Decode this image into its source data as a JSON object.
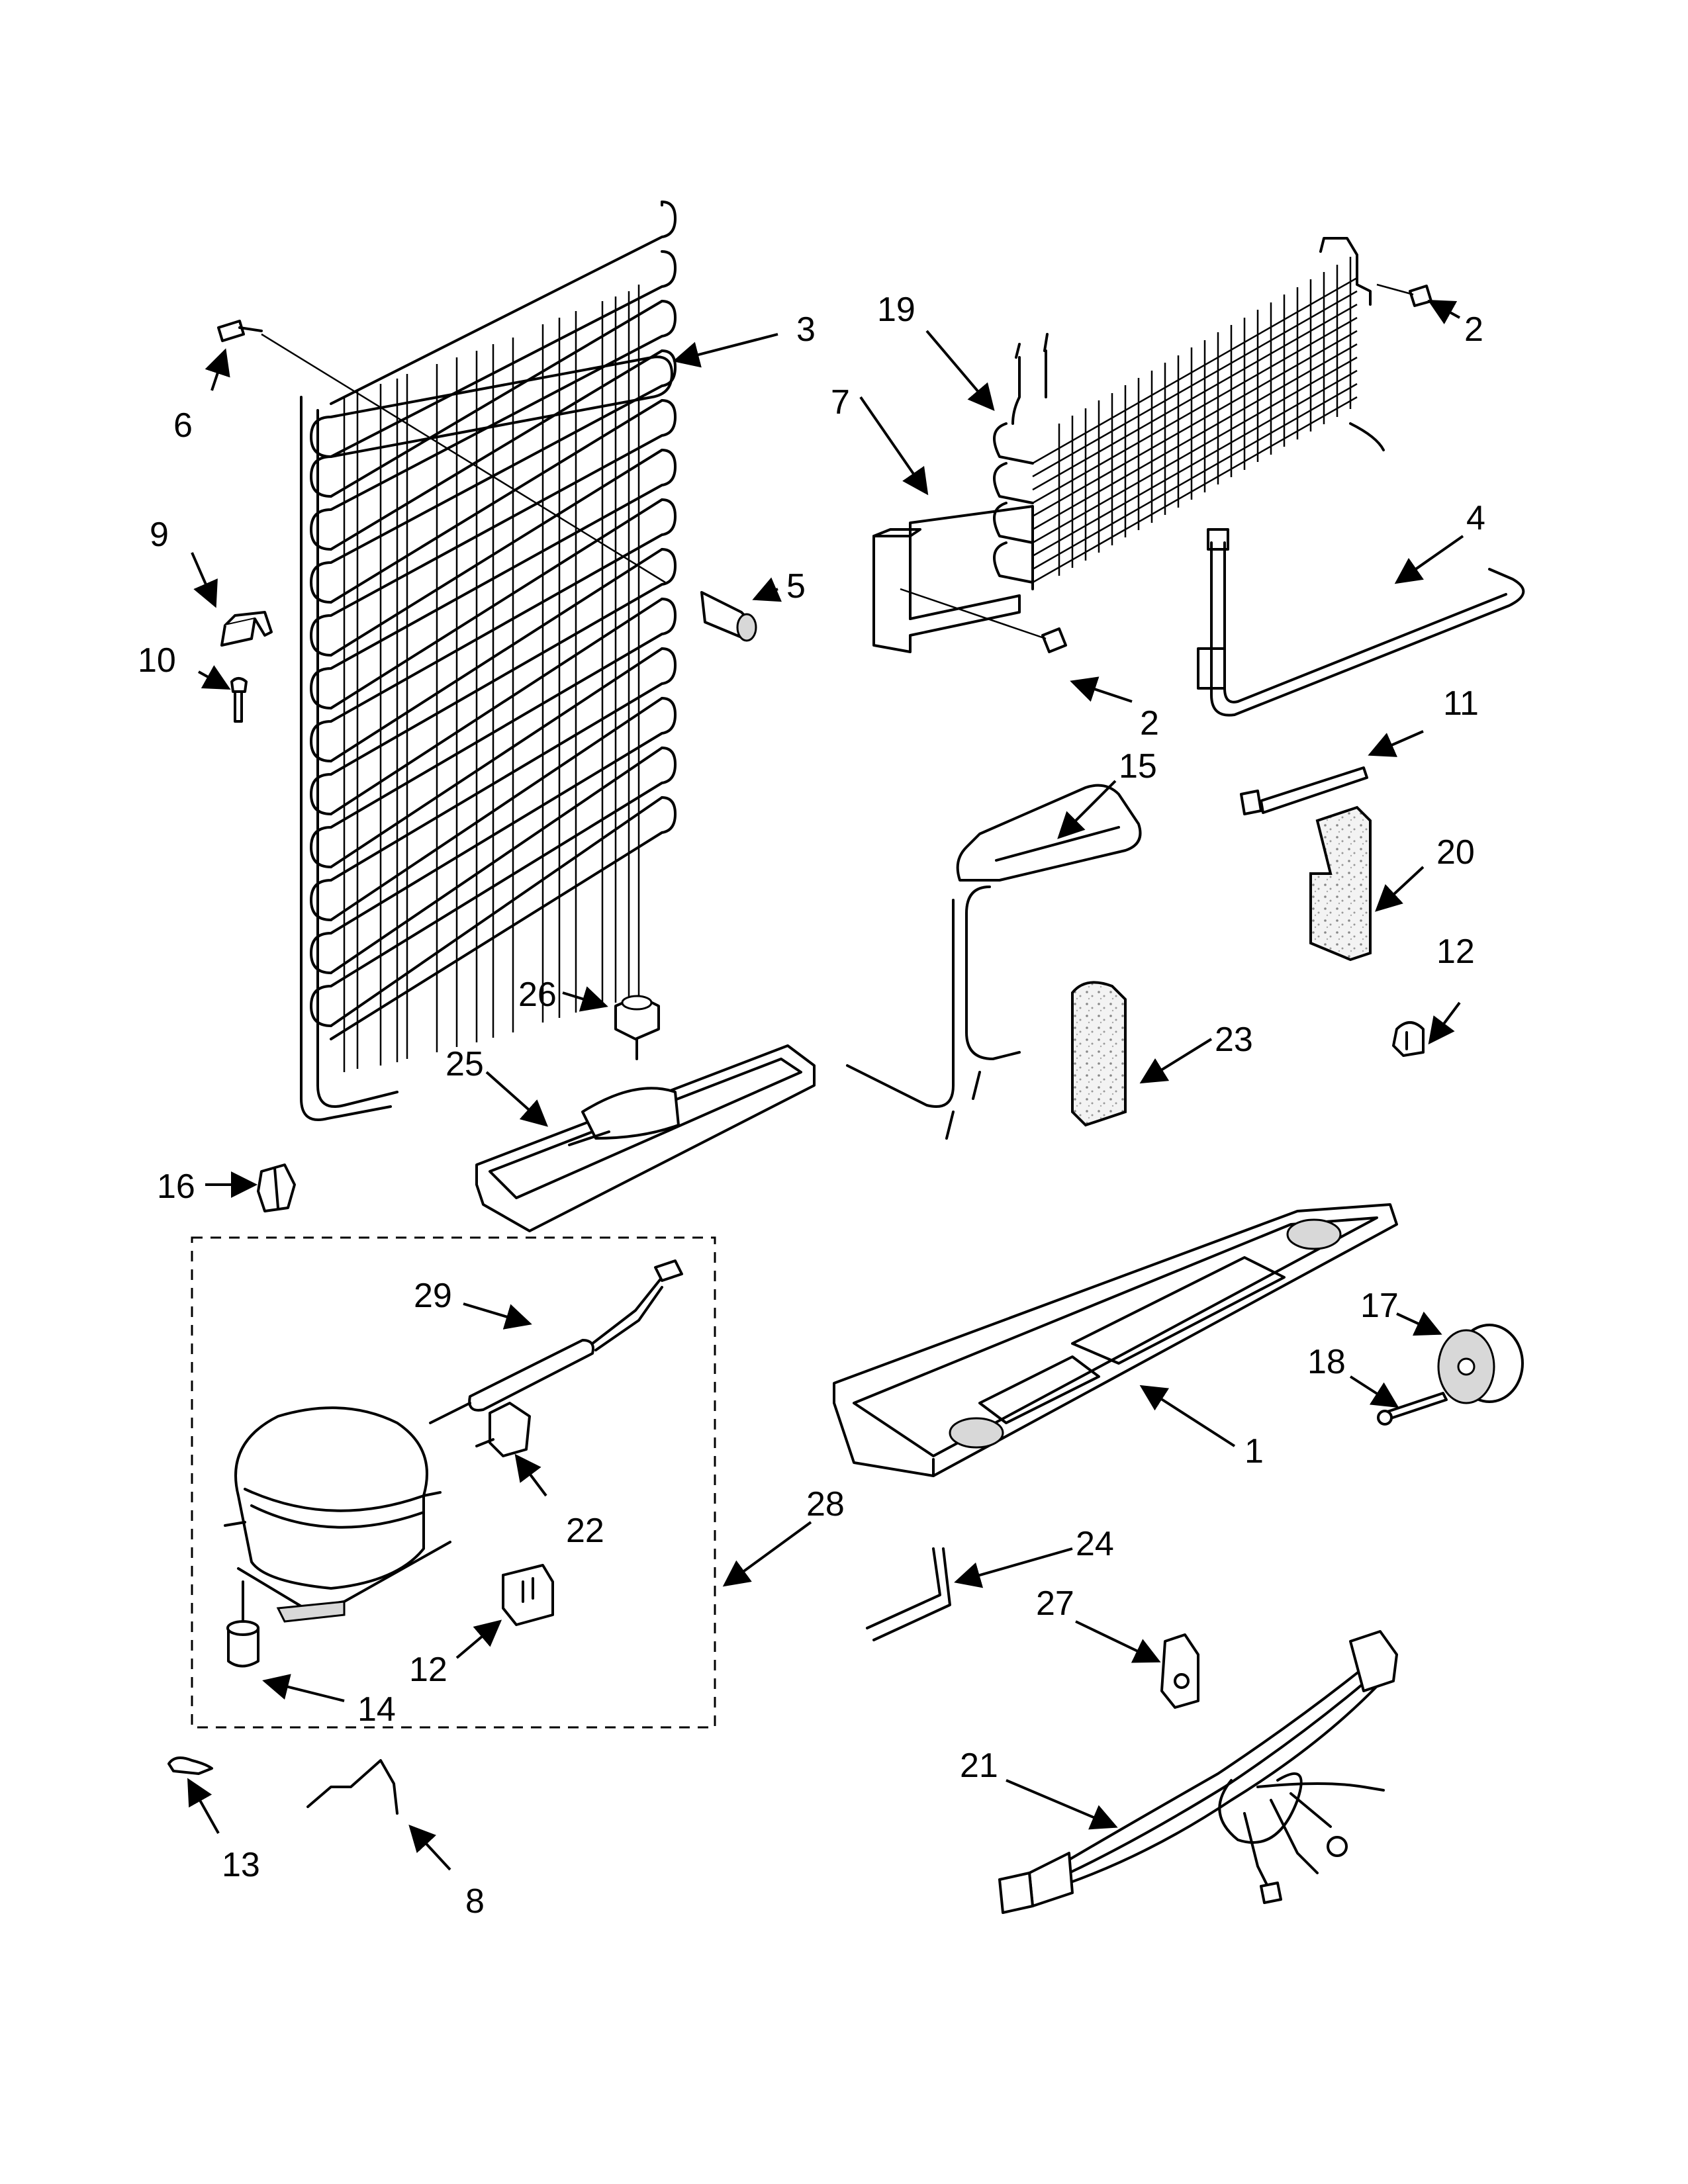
{
  "callouts": [
    {
      "id": "c1",
      "text": "1"
    },
    {
      "id": "c2a",
      "text": "2"
    },
    {
      "id": "c2b",
      "text": "2"
    },
    {
      "id": "c3",
      "text": "3"
    },
    {
      "id": "c4",
      "text": "4"
    },
    {
      "id": "c5",
      "text": "5"
    },
    {
      "id": "c6",
      "text": "6"
    },
    {
      "id": "c7",
      "text": "7"
    },
    {
      "id": "c8",
      "text": "8"
    },
    {
      "id": "c9",
      "text": "9"
    },
    {
      "id": "c10",
      "text": "10"
    },
    {
      "id": "c11",
      "text": "11"
    },
    {
      "id": "c12a",
      "text": "12"
    },
    {
      "id": "c12b",
      "text": "12"
    },
    {
      "id": "c13",
      "text": "13"
    },
    {
      "id": "c14",
      "text": "14"
    },
    {
      "id": "c15",
      "text": "15"
    },
    {
      "id": "c16",
      "text": "16"
    },
    {
      "id": "c17",
      "text": "17"
    },
    {
      "id": "c18",
      "text": "18"
    },
    {
      "id": "c19",
      "text": "19"
    },
    {
      "id": "c20",
      "text": "20"
    },
    {
      "id": "c21",
      "text": "21"
    },
    {
      "id": "c22",
      "text": "22"
    },
    {
      "id": "c23",
      "text": "23"
    },
    {
      "id": "c24",
      "text": "24"
    },
    {
      "id": "c25",
      "text": "25"
    },
    {
      "id": "c26",
      "text": "26"
    },
    {
      "id": "c27",
      "text": "27"
    },
    {
      "id": "c28",
      "text": "28"
    },
    {
      "id": "c29",
      "text": "29"
    }
  ]
}
